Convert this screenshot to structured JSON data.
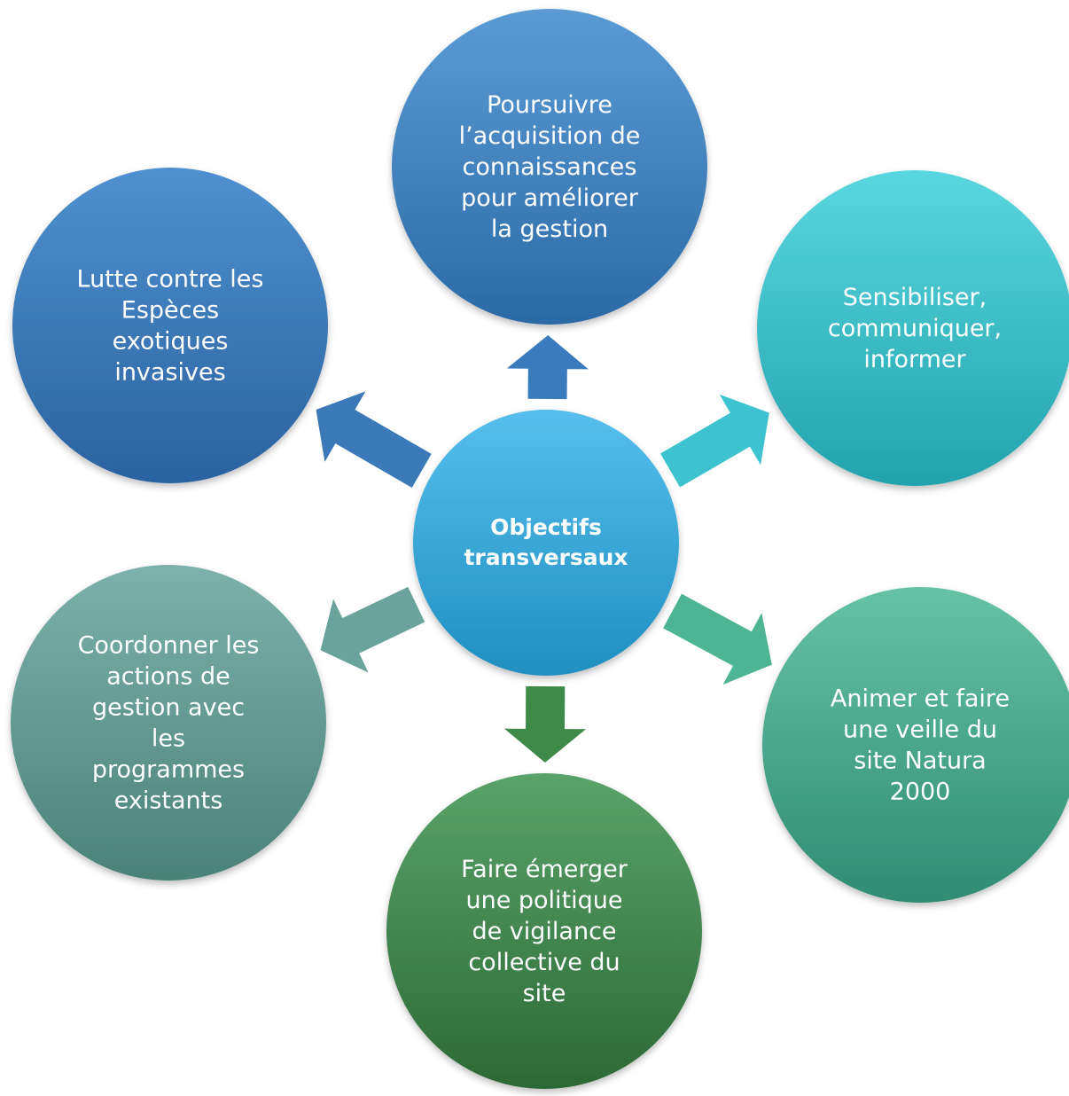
{
  "center": {
    "lines": [
      "Objectifs",
      "transversaux"
    ]
  },
  "nodes": [
    {
      "id": "top",
      "lines": [
        "Poursuivre",
        "l’acquisition de",
        "connaissances",
        "pour améliorer",
        "la gestion"
      ],
      "gradient": [
        "#5b9bd5",
        "#2b6aa6"
      ]
    },
    {
      "id": "top-right",
      "lines": [
        "Sensibiliser,",
        "communiquer,",
        "informer"
      ],
      "gradient": [
        "#5ad6e0",
        "#22a3ad"
      ]
    },
    {
      "id": "bottom-right",
      "lines": [
        "Animer et faire",
        "une veille du",
        "site Natura",
        "2000"
      ],
      "gradient": [
        "#66c2a5",
        "#2f8c72"
      ]
    },
    {
      "id": "bottom",
      "lines": [
        "Faire émerger",
        "une politique",
        "de vigilance",
        "collective du",
        "site"
      ],
      "gradient": [
        "#5aa36a",
        "#2c6935"
      ]
    },
    {
      "id": "bottom-left",
      "lines": [
        "Coordonner les",
        "actions de",
        "gestion avec",
        "les",
        "programmes",
        "existants"
      ],
      "gradient": [
        "#7cb1ab",
        "#4a8278"
      ]
    },
    {
      "id": "top-left",
      "lines": [
        "Lutte contre les",
        "Espèces",
        "exotiques",
        "invasives"
      ],
      "gradient": [
        "#4f90cf",
        "#2b62a0"
      ]
    }
  ],
  "colors": {
    "center_top": "#56bfee",
    "center_bottom": "#1f8fc0"
  },
  "arrows": [
    {
      "target": "top",
      "color": "#3a7bbd"
    },
    {
      "target": "top-right",
      "color": "#3cc3cf"
    },
    {
      "target": "bottom-right",
      "color": "#4eb594"
    },
    {
      "target": "bottom",
      "color": "#3f8a49"
    },
    {
      "target": "bottom-left",
      "color": "#6aa39b"
    },
    {
      "target": "top-left",
      "color": "#3b79b9"
    }
  ]
}
